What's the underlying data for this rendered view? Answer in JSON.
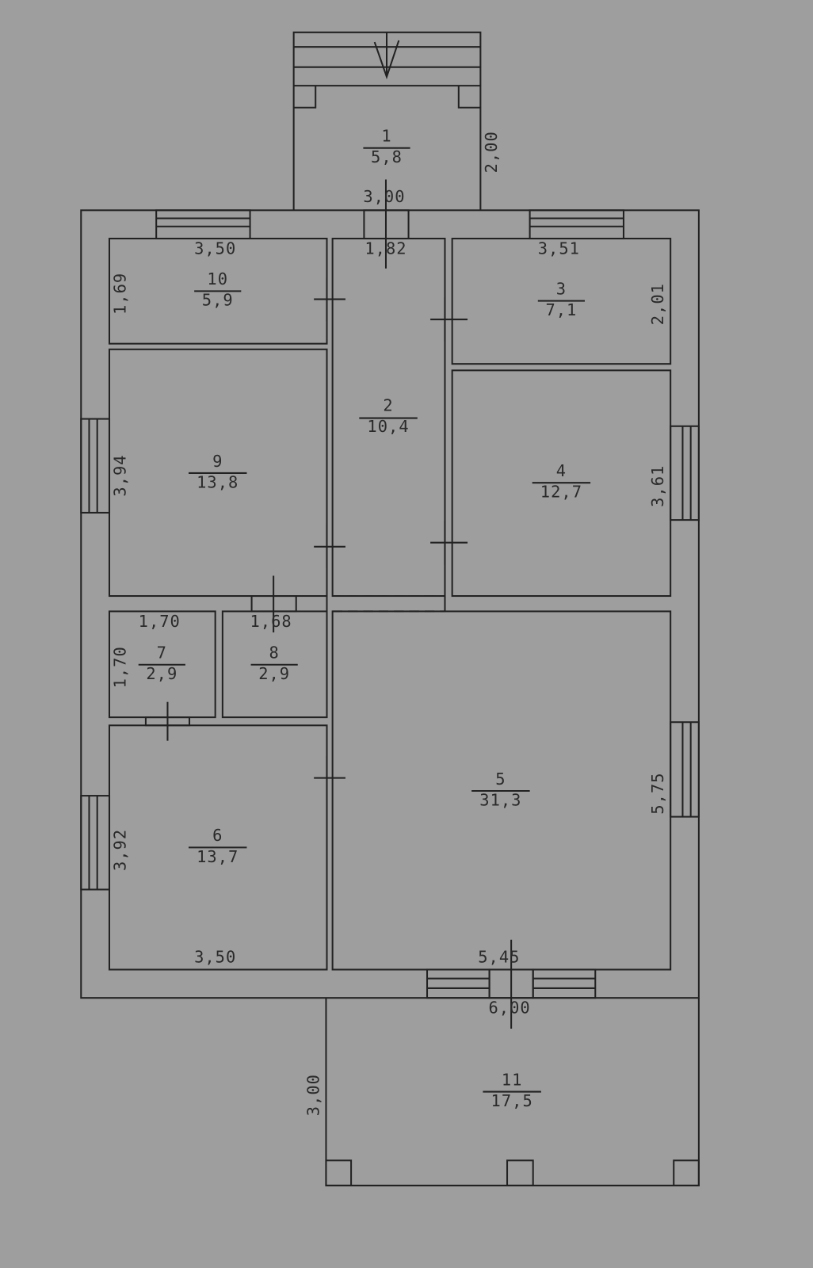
{
  "colors": {
    "background": "#9e9e9e",
    "line": "#222222"
  },
  "rooms": [
    {
      "number": "1",
      "area": "5,8"
    },
    {
      "number": "2",
      "area": "10,4"
    },
    {
      "number": "3",
      "area": "7,1"
    },
    {
      "number": "4",
      "area": "12,7"
    },
    {
      "number": "5",
      "area": "31,3"
    },
    {
      "number": "6",
      "area": "13,7"
    },
    {
      "number": "7",
      "area": "2,9"
    },
    {
      "number": "8",
      "area": "2,9"
    },
    {
      "number": "9",
      "area": "13,8"
    },
    {
      "number": "10",
      "area": "5,9"
    },
    {
      "number": "11",
      "area": "17,5"
    }
  ],
  "dimensions": {
    "porch_width": "3,00",
    "porch_depth": "2,00",
    "room10_width": "3,50",
    "room10_depth": "1,69",
    "corridor_width": "1,82",
    "room3_width": "3,51",
    "room3_depth": "2,01",
    "room9_depth": "3,94",
    "room4_depth": "3,61",
    "room7_width": "1,70",
    "room7_depth": "1,70",
    "room8_width": "1,68",
    "room6_depth": "3,92",
    "room6_width": "3,50",
    "room5_width": "5,45",
    "room5_depth": "5,75",
    "terrace_width": "6,00",
    "terrace_depth": "3,00"
  }
}
